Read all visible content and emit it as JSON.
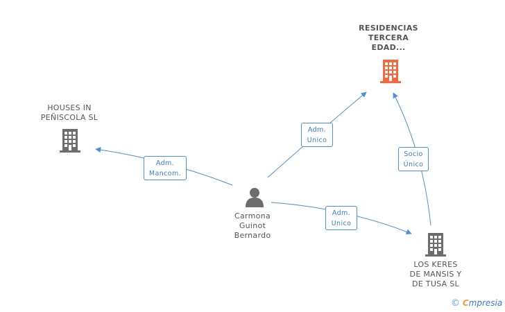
{
  "nodes": {
    "residencias": {
      "lines": [
        "RESIDENCIAS",
        "TERCERA",
        "EDAD..."
      ],
      "type": "company",
      "highlight": true
    },
    "houses": {
      "lines": [
        "HOUSES IN",
        "PEÑISCOLA  SL"
      ],
      "type": "company",
      "highlight": false
    },
    "carmona": {
      "lines": [
        "Carmona",
        "Guinot",
        "Bernardo"
      ],
      "type": "person"
    },
    "loskeres": {
      "lines": [
        "LOS KERES",
        "DE MANSIS Y",
        "DE TUSA SL"
      ],
      "type": "company",
      "highlight": false
    }
  },
  "edges": [
    {
      "from": "carmona",
      "to": "houses",
      "label": [
        "Adm.",
        "Mancom."
      ]
    },
    {
      "from": "carmona",
      "to": "residencias",
      "label": [
        "Adm.",
        "Unico"
      ]
    },
    {
      "from": "carmona",
      "to": "loskeres",
      "label": [
        "Adm.",
        "Unico"
      ]
    },
    {
      "from": "loskeres",
      "to": "residencias",
      "label": [
        "Socio",
        "Único"
      ]
    }
  ],
  "colors": {
    "highlight": "#f26a3d",
    "company": "#6d6d6d",
    "person": "#6d6d6d",
    "edge": "#4a8fd8"
  },
  "icons": {
    "company": "building-icon",
    "person": "person-icon"
  },
  "footer": {
    "copyright": "©",
    "brand_first": "C",
    "brand_rest": "mpresia"
  }
}
